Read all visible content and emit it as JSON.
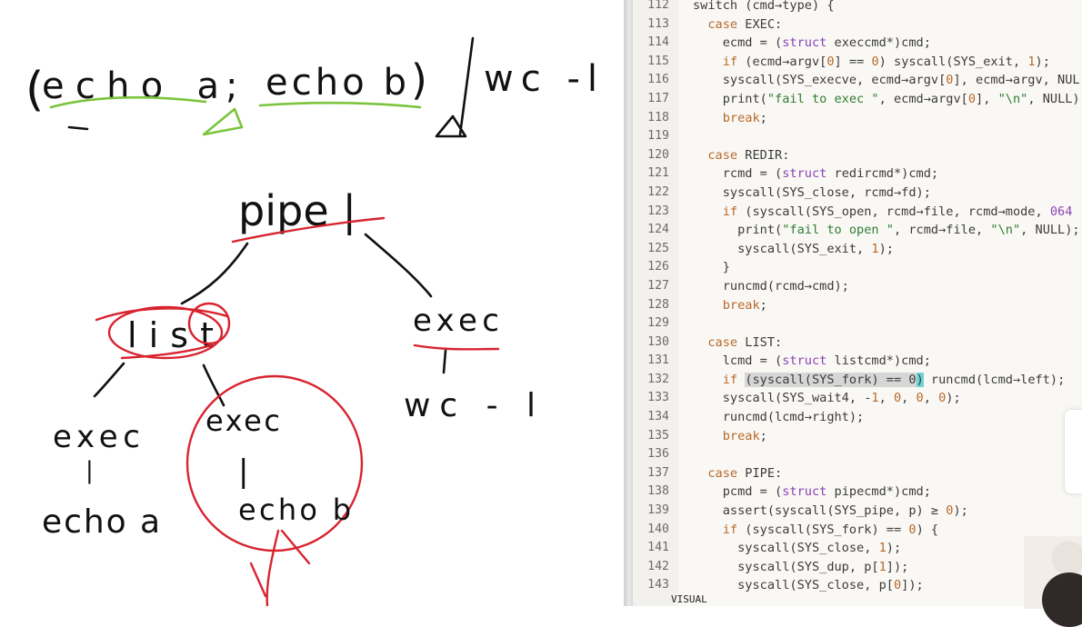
{
  "whiteboard": {
    "top_expr": {
      "open_paren": "(",
      "echo_a": "echo a",
      "semicolon": ";",
      "echo_b": "echo b",
      "close_paren": ")",
      "pipe": "|",
      "wc": "wc -l"
    },
    "tree": {
      "root": "pipe |",
      "left": "list",
      "right": "exec",
      "right_child": "wc - l",
      "left_left": "exec",
      "left_left_child_bar": "|",
      "left_left_child": "echo a",
      "left_right": "exec",
      "left_right_bar": "|",
      "left_right_child": "echo b"
    },
    "colors": {
      "ink": "#111111",
      "green": "#7cc43c",
      "red": "#d8242f"
    }
  },
  "editor": {
    "lines": [
      {
        "n": "112",
        "segs": [
          {
            "t": "switch (cmd→type) {",
            "c": ""
          }
        ]
      },
      {
        "n": "113",
        "segs": [
          {
            "t": "  ",
            "c": ""
          },
          {
            "t": "case",
            "c": "kw"
          },
          {
            "t": " EXEC:",
            "c": ""
          }
        ]
      },
      {
        "n": "114",
        "segs": [
          {
            "t": "    ecmd = (",
            "c": ""
          },
          {
            "t": "struct",
            "c": "type"
          },
          {
            "t": " execcmd*)cmd;",
            "c": ""
          }
        ]
      },
      {
        "n": "115",
        "segs": [
          {
            "t": "    ",
            "c": ""
          },
          {
            "t": "if",
            "c": "kw"
          },
          {
            "t": " (ecmd→argv[",
            "c": ""
          },
          {
            "t": "0",
            "c": "num"
          },
          {
            "t": "] == ",
            "c": ""
          },
          {
            "t": "0",
            "c": "num"
          },
          {
            "t": ") syscall(SYS_exit, ",
            "c": ""
          },
          {
            "t": "1",
            "c": "num"
          },
          {
            "t": ");",
            "c": ""
          }
        ]
      },
      {
        "n": "116",
        "segs": [
          {
            "t": "    syscall(SYS_execve, ecmd→argv[",
            "c": ""
          },
          {
            "t": "0",
            "c": "num"
          },
          {
            "t": "], ecmd→argv, NUL",
            "c": ""
          }
        ]
      },
      {
        "n": "117",
        "segs": [
          {
            "t": "    print(",
            "c": ""
          },
          {
            "t": "\"fail to exec \"",
            "c": "str"
          },
          {
            "t": ", ecmd→argv[",
            "c": ""
          },
          {
            "t": "0",
            "c": "num"
          },
          {
            "t": "], ",
            "c": ""
          },
          {
            "t": "\"\\n\"",
            "c": "str"
          },
          {
            "t": ", NULL)",
            "c": ""
          }
        ]
      },
      {
        "n": "118",
        "segs": [
          {
            "t": "    ",
            "c": ""
          },
          {
            "t": "break",
            "c": "kw"
          },
          {
            "t": ";",
            "c": ""
          }
        ]
      },
      {
        "n": "119",
        "segs": [
          {
            "t": "",
            "c": ""
          }
        ]
      },
      {
        "n": "120",
        "segs": [
          {
            "t": "  ",
            "c": ""
          },
          {
            "t": "case",
            "c": "kw"
          },
          {
            "t": " REDIR:",
            "c": ""
          }
        ]
      },
      {
        "n": "121",
        "segs": [
          {
            "t": "    rcmd = (",
            "c": ""
          },
          {
            "t": "struct",
            "c": "type"
          },
          {
            "t": " redircmd*)cmd;",
            "c": ""
          }
        ]
      },
      {
        "n": "122",
        "segs": [
          {
            "t": "    syscall(SYS_close, rcmd→fd);",
            "c": ""
          }
        ]
      },
      {
        "n": "123",
        "segs": [
          {
            "t": "    ",
            "c": ""
          },
          {
            "t": "if",
            "c": "kw"
          },
          {
            "t": " (syscall(SYS_open, rcmd→file, rcmd→mode, ",
            "c": ""
          },
          {
            "t": "064",
            "c": "type"
          }
        ]
      },
      {
        "n": "124",
        "segs": [
          {
            "t": "      print(",
            "c": ""
          },
          {
            "t": "\"fail to open \"",
            "c": "str"
          },
          {
            "t": ", rcmd→file, ",
            "c": ""
          },
          {
            "t": "\"\\n\"",
            "c": "str"
          },
          {
            "t": ", NULL);",
            "c": ""
          }
        ]
      },
      {
        "n": "125",
        "segs": [
          {
            "t": "      syscall(SYS_exit, ",
            "c": ""
          },
          {
            "t": "1",
            "c": "num"
          },
          {
            "t": ");",
            "c": ""
          }
        ]
      },
      {
        "n": "126",
        "segs": [
          {
            "t": "    }",
            "c": ""
          }
        ]
      },
      {
        "n": "127",
        "segs": [
          {
            "t": "    runcmd(rcmd→cmd);",
            "c": ""
          }
        ]
      },
      {
        "n": "128",
        "segs": [
          {
            "t": "    ",
            "c": ""
          },
          {
            "t": "break",
            "c": "kw"
          },
          {
            "t": ";",
            "c": ""
          }
        ]
      },
      {
        "n": "129",
        "segs": [
          {
            "t": "",
            "c": ""
          }
        ]
      },
      {
        "n": "130",
        "segs": [
          {
            "t": "  ",
            "c": ""
          },
          {
            "t": "case",
            "c": "kw"
          },
          {
            "t": " LIST:",
            "c": ""
          }
        ]
      },
      {
        "n": "131",
        "segs": [
          {
            "t": "    lcmd = (",
            "c": ""
          },
          {
            "t": "struct",
            "c": "type"
          },
          {
            "t": " listcmd*)cmd;",
            "c": ""
          }
        ]
      },
      {
        "n": "132",
        "segs": [
          {
            "t": "    ",
            "c": ""
          },
          {
            "t": "if",
            "c": "kw"
          },
          {
            "t": " ",
            "c": ""
          },
          {
            "t": "(syscall(SYS_fork) == ",
            "c": "sel"
          },
          {
            "t": "0",
            "c": "sel"
          },
          {
            "t": ")",
            "c": "cursor"
          },
          {
            "t": " runcmd(lcmd→left);",
            "c": ""
          }
        ]
      },
      {
        "n": "133",
        "segs": [
          {
            "t": "    syscall(SYS_wait4, -",
            "c": ""
          },
          {
            "t": "1",
            "c": "num"
          },
          {
            "t": ", ",
            "c": ""
          },
          {
            "t": "0",
            "c": "num"
          },
          {
            "t": ", ",
            "c": ""
          },
          {
            "t": "0",
            "c": "num"
          },
          {
            "t": ", ",
            "c": ""
          },
          {
            "t": "0",
            "c": "num"
          },
          {
            "t": ");",
            "c": ""
          }
        ]
      },
      {
        "n": "134",
        "segs": [
          {
            "t": "    runcmd(lcmd→right);",
            "c": ""
          }
        ]
      },
      {
        "n": "135",
        "segs": [
          {
            "t": "    ",
            "c": ""
          },
          {
            "t": "break",
            "c": "kw"
          },
          {
            "t": ";",
            "c": ""
          }
        ]
      },
      {
        "n": "136",
        "segs": [
          {
            "t": "",
            "c": ""
          }
        ]
      },
      {
        "n": "137",
        "segs": [
          {
            "t": "  ",
            "c": ""
          },
          {
            "t": "case",
            "c": "kw"
          },
          {
            "t": " PIPE:",
            "c": ""
          }
        ]
      },
      {
        "n": "138",
        "segs": [
          {
            "t": "    pcmd = (",
            "c": ""
          },
          {
            "t": "struct",
            "c": "type"
          },
          {
            "t": " pipecmd*)cmd;",
            "c": ""
          }
        ]
      },
      {
        "n": "139",
        "segs": [
          {
            "t": "    assert(syscall(SYS_pipe, p) ≥ ",
            "c": ""
          },
          {
            "t": "0",
            "c": "num"
          },
          {
            "t": ");",
            "c": ""
          }
        ]
      },
      {
        "n": "140",
        "segs": [
          {
            "t": "    ",
            "c": ""
          },
          {
            "t": "if",
            "c": "kw"
          },
          {
            "t": " (syscall(SYS_fork) == ",
            "c": ""
          },
          {
            "t": "0",
            "c": "num"
          },
          {
            "t": ") {",
            "c": ""
          }
        ]
      },
      {
        "n": "141",
        "segs": [
          {
            "t": "      syscall(SYS_close, ",
            "c": ""
          },
          {
            "t": "1",
            "c": "num"
          },
          {
            "t": ");",
            "c": ""
          }
        ]
      },
      {
        "n": "142",
        "segs": [
          {
            "t": "      syscall(SYS_dup, p[",
            "c": ""
          },
          {
            "t": "1",
            "c": "num"
          },
          {
            "t": "]);",
            "c": ""
          }
        ]
      },
      {
        "n": "143",
        "segs": [
          {
            "t": "      syscall(SYS_close, p[",
            "c": ""
          },
          {
            "t": "0",
            "c": "num"
          },
          {
            "t": "]);",
            "c": ""
          }
        ]
      }
    ],
    "status": "VISUAL",
    "colors": {
      "keyword": "#b7692a",
      "type": "#8a44b8",
      "string": "#2e7d32",
      "selection": "#d6d6d6",
      "cursor": "#6ed3d6"
    }
  }
}
